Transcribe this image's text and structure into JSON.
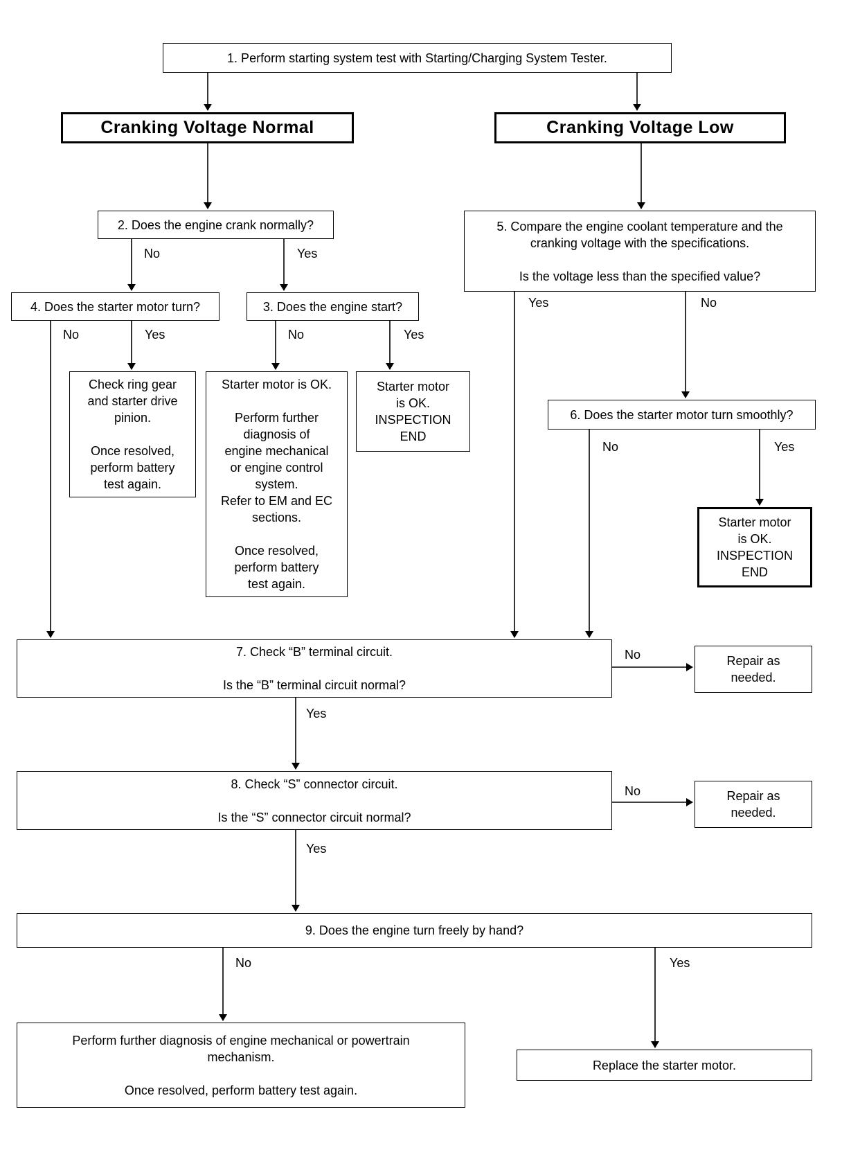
{
  "steps": {
    "s1": "1. Perform starting system test with Starting/Charging System Tester.",
    "normal": "Cranking Voltage Normal",
    "low": "Cranking Voltage Low",
    "s2": "2. Does the engine crank normally?",
    "s3": "3. Does the engine start?",
    "s4": "4. Does the starter motor turn?",
    "s5": "5. Compare the engine coolant temperature and the\ncranking voltage with the specifications.\n\nIs the voltage less than the specified value?",
    "s6": "6. Does the starter motor turn smoothly?",
    "ring_gear": "Check ring gear\nand starter drive\npinion.\n\nOnce resolved,\nperform battery\ntest again.",
    "starter_ok_further": "Starter motor is OK.\n\nPerform further\ndiagnosis of\nengine mechanical\nor engine control\nsystem.\nRefer to EM and EC\nsections.\n\nOnce resolved,\nperform battery\ntest again.",
    "starter_ok_end_a": "Starter motor\nis OK.\nINSPECTION\nEND",
    "starter_ok_end_b": "Starter motor\nis OK.\nINSPECTION\nEND",
    "s7": "7. Check “B” terminal circuit.\n\nIs the “B” terminal circuit normal?",
    "repair_a": "Repair as\nneeded.",
    "s8": "8. Check “S” connector circuit.\n\nIs the “S” connector circuit normal?",
    "repair_b": "Repair as\nneeded.",
    "s9": "9. Does the engine turn freely by hand?",
    "further_pt": "Perform further diagnosis of engine mechanical or powertrain\nmechanism.\n\nOnce resolved, perform battery test again.",
    "replace": "Replace the starter motor."
  },
  "labels": {
    "yes": "Yes",
    "no": "No"
  }
}
